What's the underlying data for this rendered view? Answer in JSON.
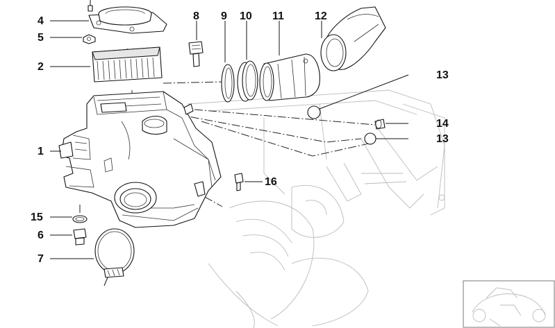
{
  "labels": {
    "l1": "1",
    "l2": "2",
    "l4": "4",
    "l5": "5",
    "l6": "6",
    "l7": "7",
    "l8": "8",
    "l9": "9",
    "l10": "10",
    "l11": "11",
    "l12": "12",
    "l13a": "13",
    "l13b": "13",
    "l14": "14",
    "l15": "15",
    "l16": "16"
  }
}
